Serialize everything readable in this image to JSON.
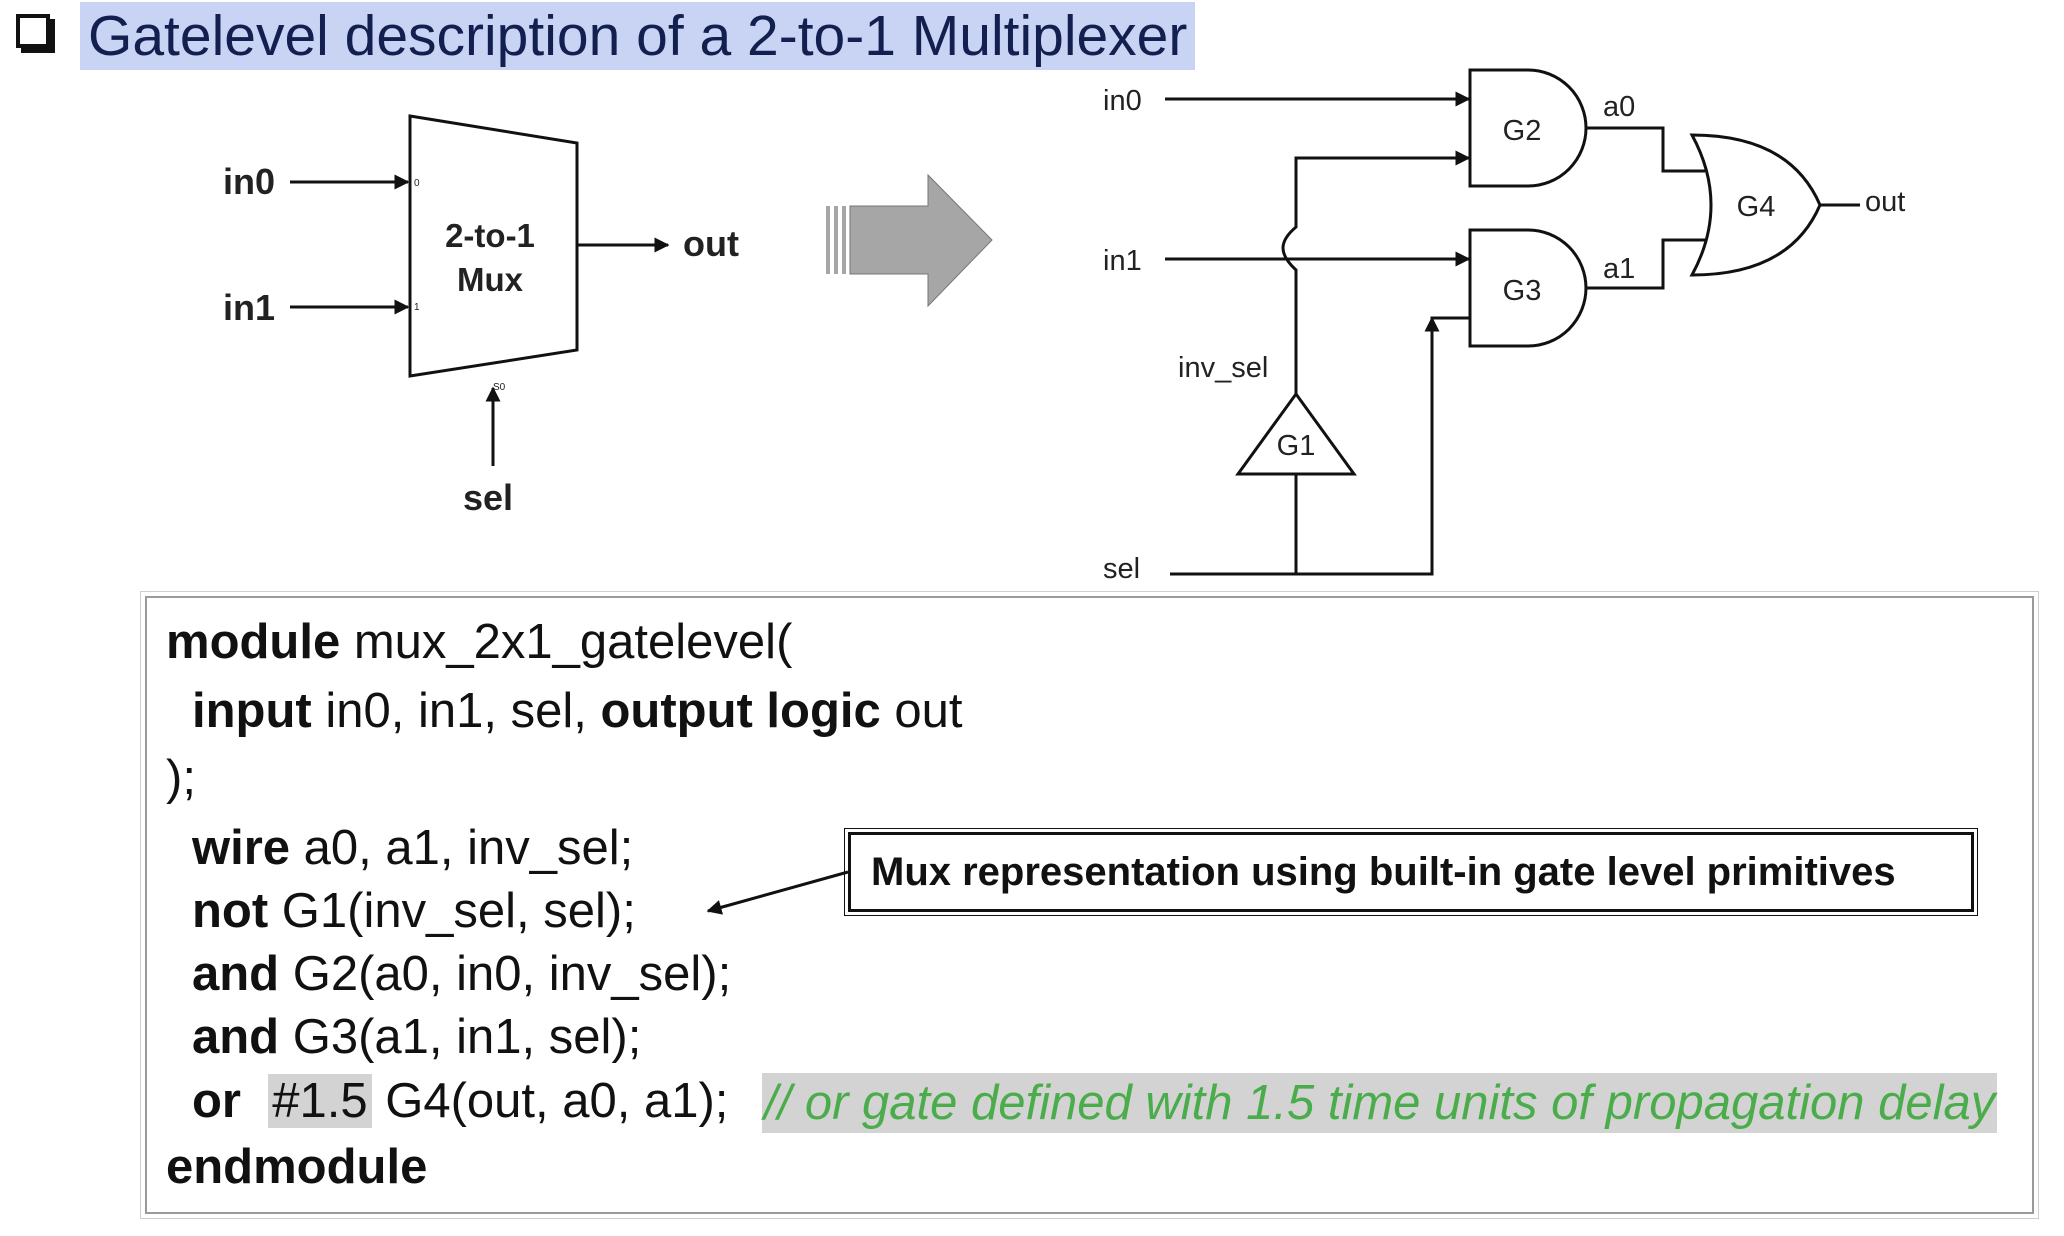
{
  "title": "Gatelevel description of a 2-to-1 Multiplexer",
  "block_diagram": {
    "mux_label_line1": "2-to-1",
    "mux_label_line2": "Mux",
    "pin0": "0",
    "pin1": "1",
    "pin_sel": "S0",
    "in0": "in0",
    "in1": "in1",
    "sel": "sel",
    "out": "out"
  },
  "gate_diagram": {
    "in0": "in0",
    "in1": "in1",
    "sel": "sel",
    "inv_sel": "inv_sel",
    "a0": "a0",
    "a1": "a1",
    "out": "out",
    "g1": "G1",
    "g2": "G2",
    "g3": "G3",
    "g4": "G4"
  },
  "code": {
    "l1_kw": "module",
    "l1_rest": " mux_2x1_gatelevel(",
    "l2_kw1": "input",
    "l2_mid": " in0, in1, sel, ",
    "l2_kw2": "output logic",
    "l2_rest": " out",
    "l3": ");",
    "l4_kw": "wire",
    "l4_rest": " a0, a1, inv_sel;",
    "l5_kw": "not",
    "l5_rest": " G1(inv_sel, sel);",
    "l6_kw": "and",
    "l6_rest": " G2(a0, in0, inv_sel);",
    "l7_kw": "and",
    "l7_rest": " G3(a1, in1, sel);",
    "l8_kw": "or",
    "l8_delay": "#1.5",
    "l8_rest": " G4(out, a0, a1);",
    "l9_kw": "endmodule"
  },
  "comment": "// or gate defined with 1.5 time units of propagation delay",
  "callout": "Mux representation using built-in gate level primitives",
  "colors": {
    "title_bg": "#c9d3f4",
    "title_text": "#13204f",
    "comment_text": "#4bac4b",
    "highlight_bg": "#d3d3d3",
    "arrow_fill": "#a6a6a6"
  }
}
